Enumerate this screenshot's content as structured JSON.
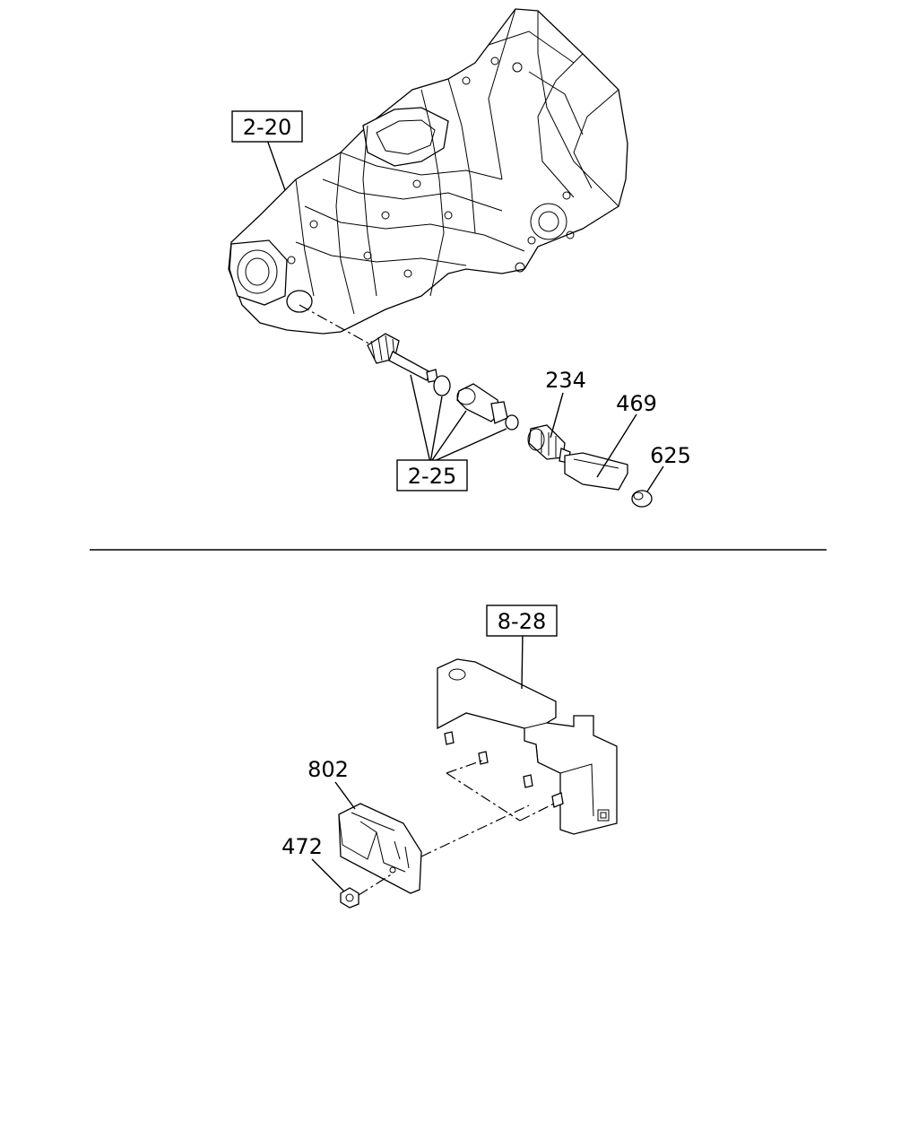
{
  "diagram": {
    "references": {
      "ref_2_20": "2-20",
      "ref_2_25": "2-25",
      "ref_8_28": "8-28"
    },
    "parts": {
      "p234": "234",
      "p469": "469",
      "p625": "625",
      "p802": "802",
      "p472": "472"
    }
  }
}
